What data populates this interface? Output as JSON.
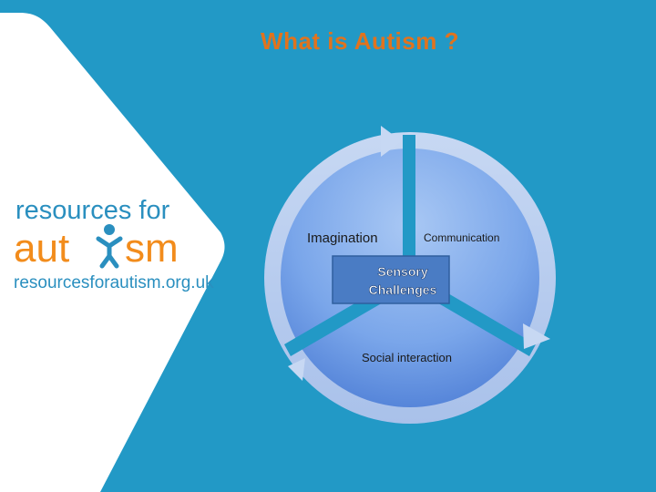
{
  "slide": {
    "title": "What is Autism ?",
    "accent_color": "#e0731e",
    "background_color": "#2299c6"
  },
  "logo": {
    "line1": "resources for",
    "line2_part1": "aut",
    "line2_part2": "sm",
    "url": "resourcesforautism.org.uk",
    "text_color": "#2a8fbf",
    "brand_orange": "#f28c1c"
  },
  "diagram": {
    "segments": [
      "Imagination",
      "Communication",
      "Social interaction"
    ],
    "center_label_line1": "Sensory",
    "center_label_line2": "Challenges"
  }
}
